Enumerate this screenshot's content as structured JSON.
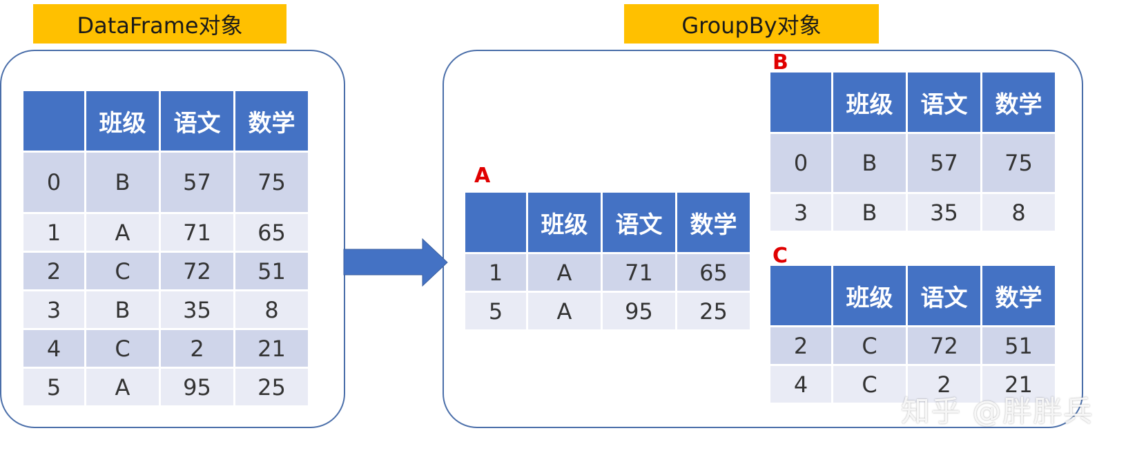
{
  "left": {
    "title": "DataFrame对象",
    "headers": [
      "",
      "班级",
      "语文",
      "数学"
    ],
    "rows": [
      [
        "0",
        "B",
        "57",
        "75"
      ],
      [
        "1",
        "A",
        "71",
        "65"
      ],
      [
        "2",
        "C",
        "72",
        "51"
      ],
      [
        "3",
        "B",
        "35",
        "8"
      ],
      [
        "4",
        "C",
        "2",
        "21"
      ],
      [
        "5",
        "A",
        "95",
        "25"
      ]
    ]
  },
  "right": {
    "title": "GroupBy对象",
    "groups": [
      {
        "key": "A",
        "headers": [
          "",
          "班级",
          "语文",
          "数学"
        ],
        "rows": [
          [
            "1",
            "A",
            "71",
            "65"
          ],
          [
            "5",
            "A",
            "95",
            "25"
          ]
        ]
      },
      {
        "key": "B",
        "headers": [
          "",
          "班级",
          "语文",
          "数学"
        ],
        "rows": [
          [
            "0",
            "B",
            "57",
            "75"
          ],
          [
            "3",
            "B",
            "35",
            "8"
          ]
        ]
      },
      {
        "key": "C",
        "headers": [
          "",
          "班级",
          "语文",
          "数学"
        ],
        "rows": [
          [
            "2",
            "C",
            "72",
            "51"
          ],
          [
            "4",
            "C",
            "2",
            "21"
          ]
        ]
      }
    ]
  },
  "watermark": "知乎 @胖胖兵",
  "colors": {
    "header": "#4472c4",
    "row_odd": "#cfd5ea",
    "row_even": "#e9ebf5",
    "title_bg": "#ffc000",
    "group_key": "#e00000",
    "arrow": "#4472c4",
    "panel_border": "#4a6ea9"
  }
}
